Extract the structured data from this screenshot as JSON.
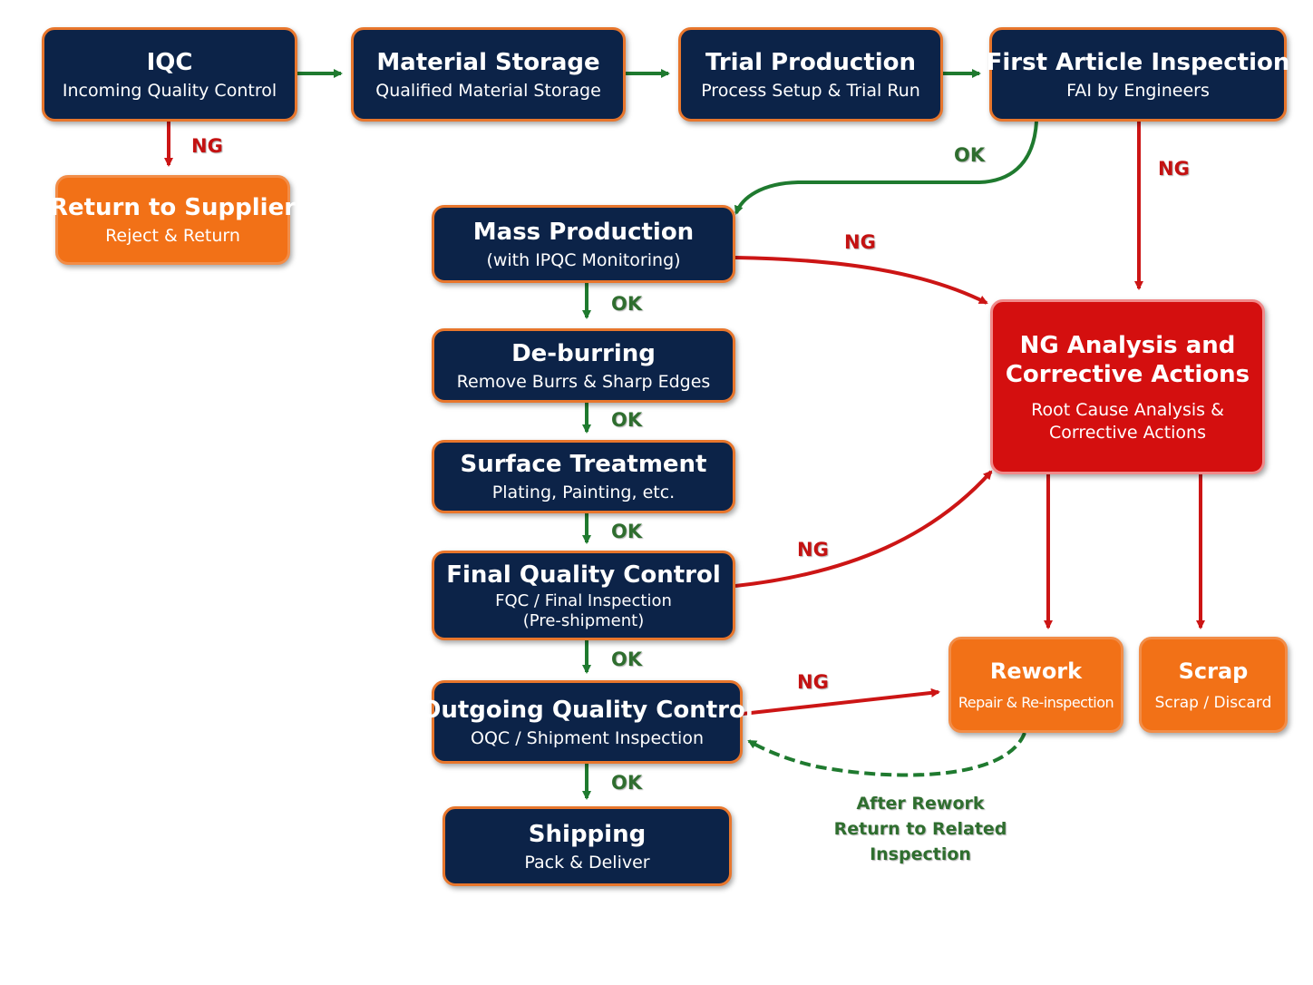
{
  "nodes": {
    "iqc": {
      "title": "IQC",
      "subtitle": "Incoming Quality Control"
    },
    "material_storage": {
      "title": "Material Storage",
      "subtitle": "Qualified Material Storage"
    },
    "trial_production": {
      "title": "Trial Production",
      "subtitle": "Process Setup & Trial Run"
    },
    "fai": {
      "title": "First Article Inspection",
      "subtitle": "FAI by Engineers"
    },
    "return_supplier": {
      "title": "Return to Supplier",
      "subtitle": "Reject & Return"
    },
    "mass_production": {
      "title": "Mass Production",
      "subtitle": "(with IPQC Monitoring)"
    },
    "deburring": {
      "title": "De-burring",
      "subtitle": "Remove Burrs & Sharp Edges"
    },
    "surface_treatment": {
      "title": "Surface Treatment",
      "subtitle": "Plating, Painting, etc."
    },
    "fqc": {
      "title": "Final Quality Control",
      "subtitle_line1": "FQC / Final Inspection",
      "subtitle_line2": "(Pre-shipment)"
    },
    "oqc": {
      "title": "Outgoing Quality Control",
      "subtitle": "OQC / Shipment Inspection"
    },
    "shipping": {
      "title": "Shipping",
      "subtitle": "Pack & Deliver"
    },
    "ng_analysis": {
      "title_line1": "NG Analysis and",
      "title_line2": "Corrective Actions",
      "subtitle_line1": "Root Cause Analysis &",
      "subtitle_line2": "Corrective Actions"
    },
    "rework": {
      "title": "Rework",
      "subtitle": "Repair & Re-inspection"
    },
    "scrap": {
      "title": "Scrap",
      "subtitle": "Scrap / Discard"
    }
  },
  "labels": {
    "ng": "NG",
    "ok": "OK",
    "after_rework_line1": "After Rework",
    "after_rework_line2": "Return to Related",
    "after_rework_line3": "Inspection"
  },
  "colors": {
    "navy": "#0c2348",
    "orange": "#f27117",
    "red": "#d40f0f",
    "ok_green": "#1f7a2f",
    "ng_red": "#cc1515",
    "border_orange": "#e8762c"
  }
}
